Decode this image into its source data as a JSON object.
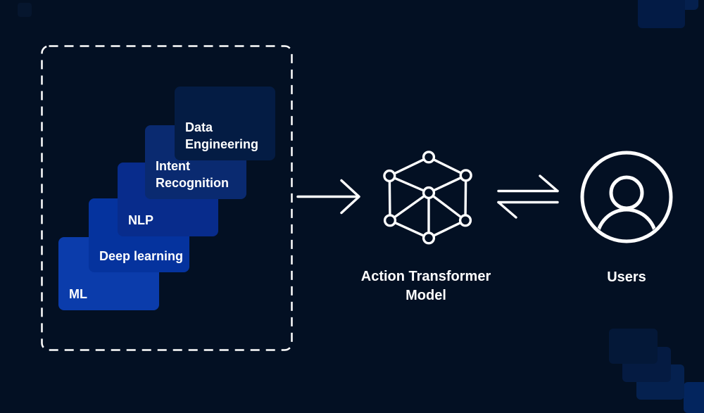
{
  "canvas": {
    "background": "#031023",
    "stroke": "#ffffff",
    "text_color": "#ffffff"
  },
  "tech_stack": {
    "cards": [
      {
        "label": "ML",
        "color": "#0b3cab"
      },
      {
        "label": "Deep learning",
        "color": "#05339e"
      },
      {
        "label": "NLP",
        "color": "#082c8c"
      },
      {
        "label": "Intent Recognition",
        "color": "#0a2a70"
      },
      {
        "label": "Data Engineering",
        "color": "#041c44"
      }
    ]
  },
  "model": {
    "label": "Action Transformer Model"
  },
  "users": {
    "label": "Users"
  }
}
